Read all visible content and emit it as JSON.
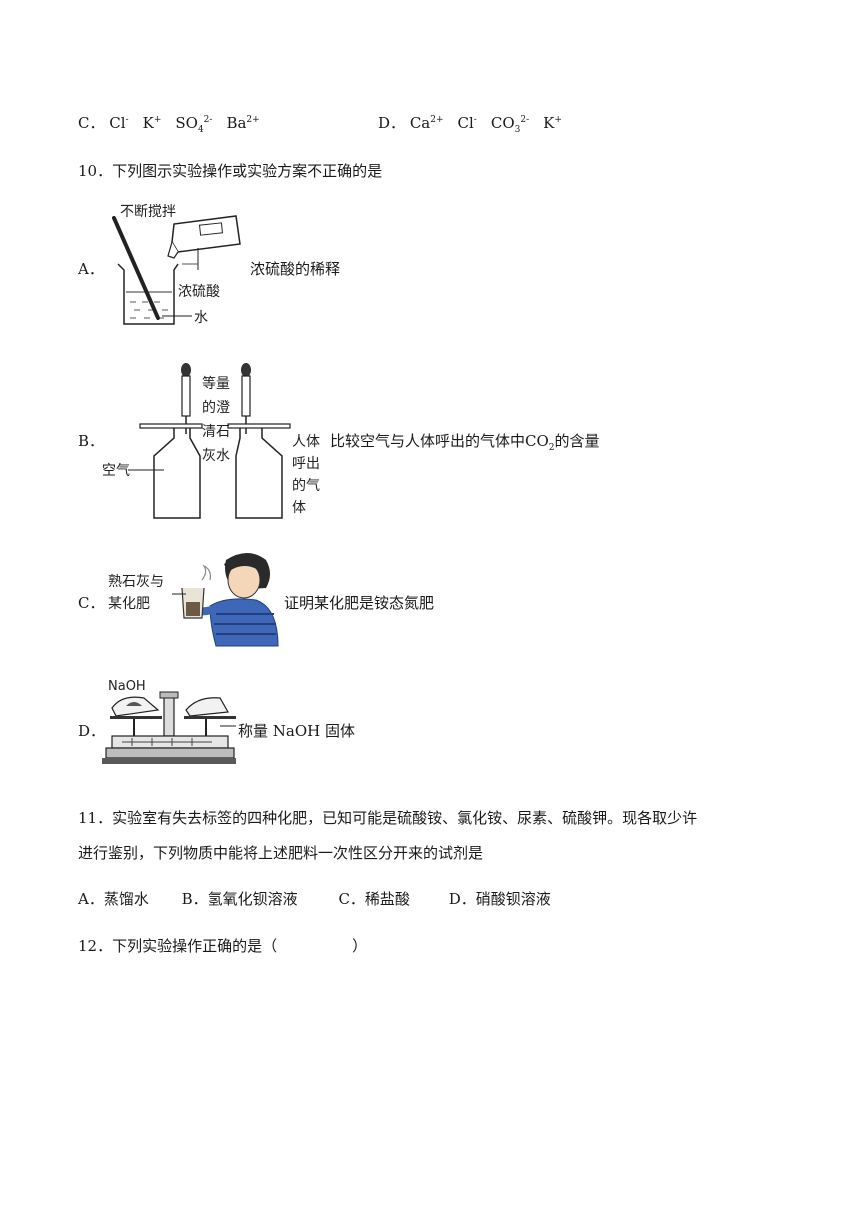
{
  "q9_options": {
    "c_label": "C．",
    "c_ions": [
      {
        "base": "Cl",
        "sub": "",
        "sup": "-"
      },
      {
        "base": "K",
        "sub": "",
        "sup": "+"
      },
      {
        "base": "SO",
        "sub": "4",
        "sup": "2-"
      },
      {
        "base": "Ba",
        "sub": "",
        "sup": "2+"
      }
    ],
    "d_label": "D．",
    "d_ions": [
      {
        "base": "Ca",
        "sub": "",
        "sup": "2+"
      },
      {
        "base": "Cl",
        "sub": "",
        "sup": "-"
      },
      {
        "base": "CO",
        "sub": "3",
        "sup": "2-"
      },
      {
        "base": "K",
        "sub": "",
        "sup": "+"
      }
    ]
  },
  "q10": {
    "stem": "10．下列图示实验操作或实验方案不正确的是",
    "a": {
      "label": "A．",
      "caption": "浓硫酸的稀释",
      "fig_labels": {
        "stir": "不断搅拌",
        "acid": "浓硫酸",
        "water": "水"
      }
    },
    "b": {
      "label": "B．",
      "caption_pre": "比较空气与人体呼出的气体中",
      "caption_formula": "CO",
      "caption_sub": "2",
      "caption_post": "的含量",
      "fig_labels": {
        "limewater": [
          "等量",
          "的澄",
          "清石",
          "灰水"
        ],
        "air": "空气",
        "exhaled": [
          "人体",
          "呼出",
          "的气",
          "体"
        ]
      }
    },
    "c": {
      "label": "C．",
      "caption": "证明某化肥是铵态氮肥",
      "fig_labels": [
        "熟石灰与",
        "某化肥"
      ]
    },
    "d": {
      "label": "D．",
      "caption": "称量 NaOH 固体",
      "fig_labels": {
        "naoh": "NaOH"
      }
    }
  },
  "q11": {
    "stem_line1": "11．实验室有失去标签的四种化肥，已知可能是硫酸铵、氯化铵、尿素、硫酸钾。现各取少许",
    "stem_line2": "进行鉴别，下列物质中能将上述肥料一次性区分开来的试剂是",
    "options": [
      "A．蒸馏水",
      "B．氢氧化钡溶液",
      "C．稀盐酸",
      "D．硝酸钡溶液"
    ]
  },
  "q12": {
    "stem": "12．下列实验操作正确的是（　　　　　）"
  }
}
